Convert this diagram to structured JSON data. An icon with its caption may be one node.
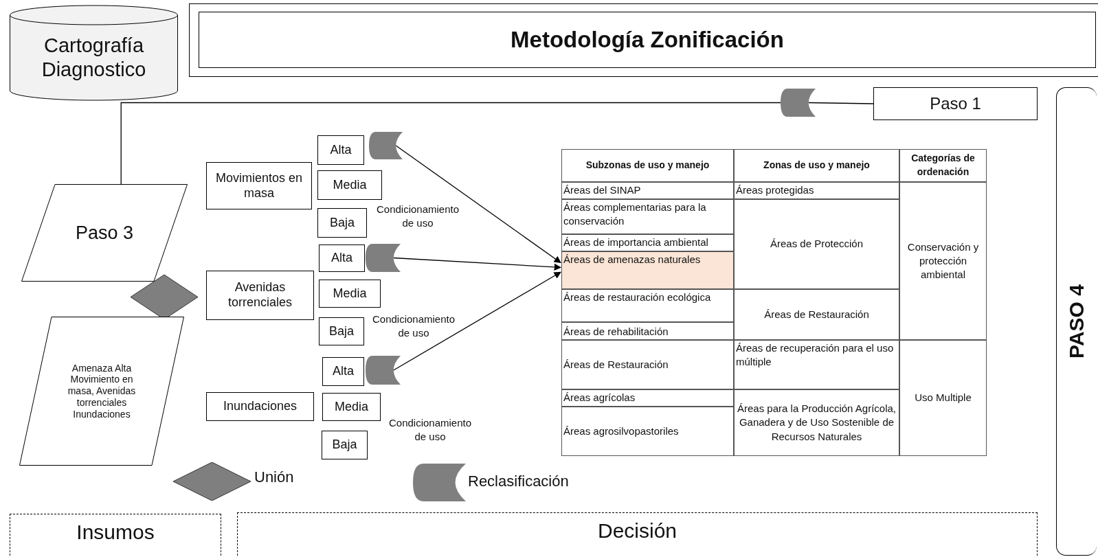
{
  "diagram": {
    "title": "Metodología Zonificación",
    "nodes": [
      {
        "text": [
          "Cartografía Diagnostico"
        ]
      },
      {
        "text": [],
        "shape": "cylinder"
      },
      {
        "text": [
          "Paso 1"
        ]
      },
      {
        "text": [
          "PASO 4"
        ]
      },
      {
        "text": [
          "Paso 3"
        ]
      },
      {
        "text": [],
        "shape": "diamond"
      },
      {
        "text": [
          "Amenaza Alta Movimiento en masa, Avenidas torrenciales Inundaciones"
        ]
      },
      {
        "text": [
          "Movimientos en masa"
        ]
      },
      {
        "text": [
          "Alta"
        ]
      },
      {
        "text": [],
        "shape": "cylinder"
      },
      {
        "text": [
          "Media"
        ]
      },
      {
        "text": [
          "Baja"
        ]
      },
      {
        "text": [
          "Avenidas torrenciales"
        ]
      },
      {
        "text": [
          "Alta"
        ]
      },
      {
        "text": [],
        "shape": "cylinder"
      },
      {
        "text": [
          "Media"
        ]
      },
      {
        "text": [
          "Baja"
        ]
      },
      {
        "text": [
          "Inundaciones"
        ]
      },
      {
        "text": [
          "Alta"
        ]
      },
      {
        "text": [],
        "shape": "cylinder"
      },
      {
        "text": [
          "Media"
        ]
      },
      {
        "text": [
          "Baja"
        ]
      },
      {
        "text": [
          "Áreas de amenazas naturales"
        ]
      },
      {
        "text": [
          "Insumos"
        ]
      },
      {
        "text": [
          "Decisión"
        ]
      }
    ],
    "edges": [
      {
        "from": 2,
        "to": 1,
        "arrow": "none"
      },
      {
        "from": 1,
        "to": 4,
        "arrow": "none"
      },
      {
        "from": 9,
        "to": 22,
        "arrow": "to"
      },
      {
        "from": 14,
        "to": 22,
        "arrow": "to"
      },
      {
        "from": 19,
        "to": 22,
        "arrow": "to"
      }
    ],
    "labels": [
      "Condicionamiento de uso",
      "Condicionamiento de uso",
      "Condicionamiento de uso",
      "Subzonas de uso y manejo",
      "Zonas de uso y manejo",
      "Categorías de ordenación",
      "Áreas del SINAP",
      "Áreas protegidas",
      "Conservación y protección ambiental",
      "Áreas complementarias para la conservación",
      "Áreas de Protección",
      "Áreas de importancia ambiental",
      "Áreas de restauración ecológica",
      "Áreas de Restauración",
      "Áreas de rehabilitación",
      "Áreas de Restauración",
      "Áreas de recuperación para el uso múltiple",
      "Uso Multiple",
      "Áreas agrícolas",
      "Áreas para la Producción Agrícola, Ganadera y de Uso Sostenible de Recursos Naturales",
      "Áreas agrosilvopastoriles"
    ],
    "legend": [
      {
        "text": "Unión"
      },
      {
        "text": "Reclasificación"
      }
    ]
  }
}
